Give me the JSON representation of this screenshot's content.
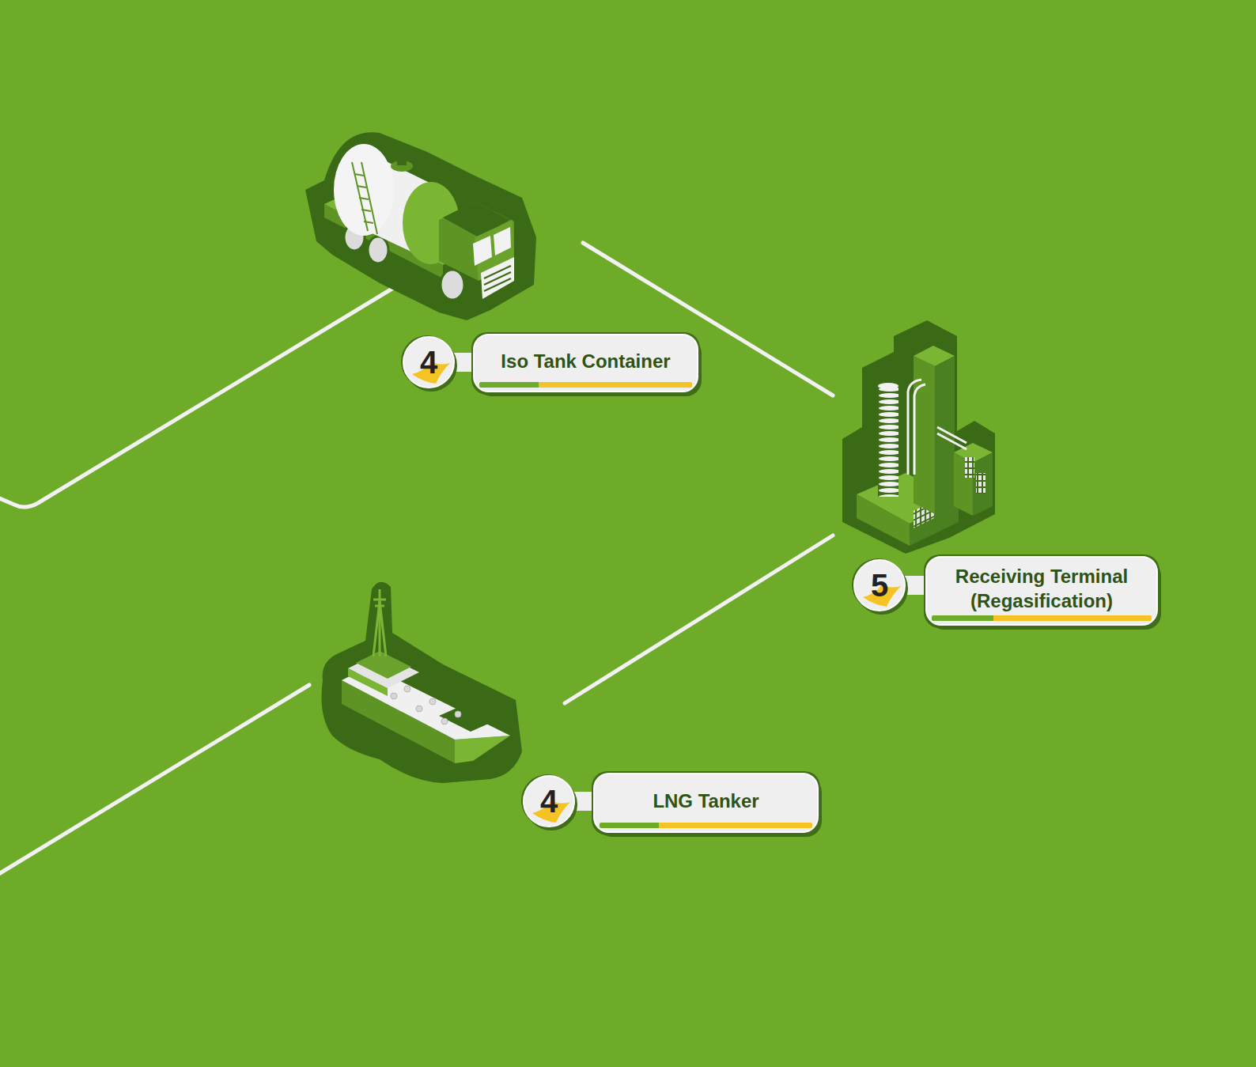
{
  "diagram": {
    "nodes": [
      {
        "text": [
          "4",
          "Iso Tank Container"
        ]
      },
      {
        "text": [
          "5",
          "Receiving Terminal (Regasification)"
        ]
      },
      {
        "text": [
          "4",
          "LNG Tanker"
        ]
      }
    ],
    "edges": [
      {
        "from": 0,
        "to": 1,
        "arrow": "none"
      },
      {
        "from": 2,
        "to": 1,
        "arrow": "none"
      }
    ]
  }
}
